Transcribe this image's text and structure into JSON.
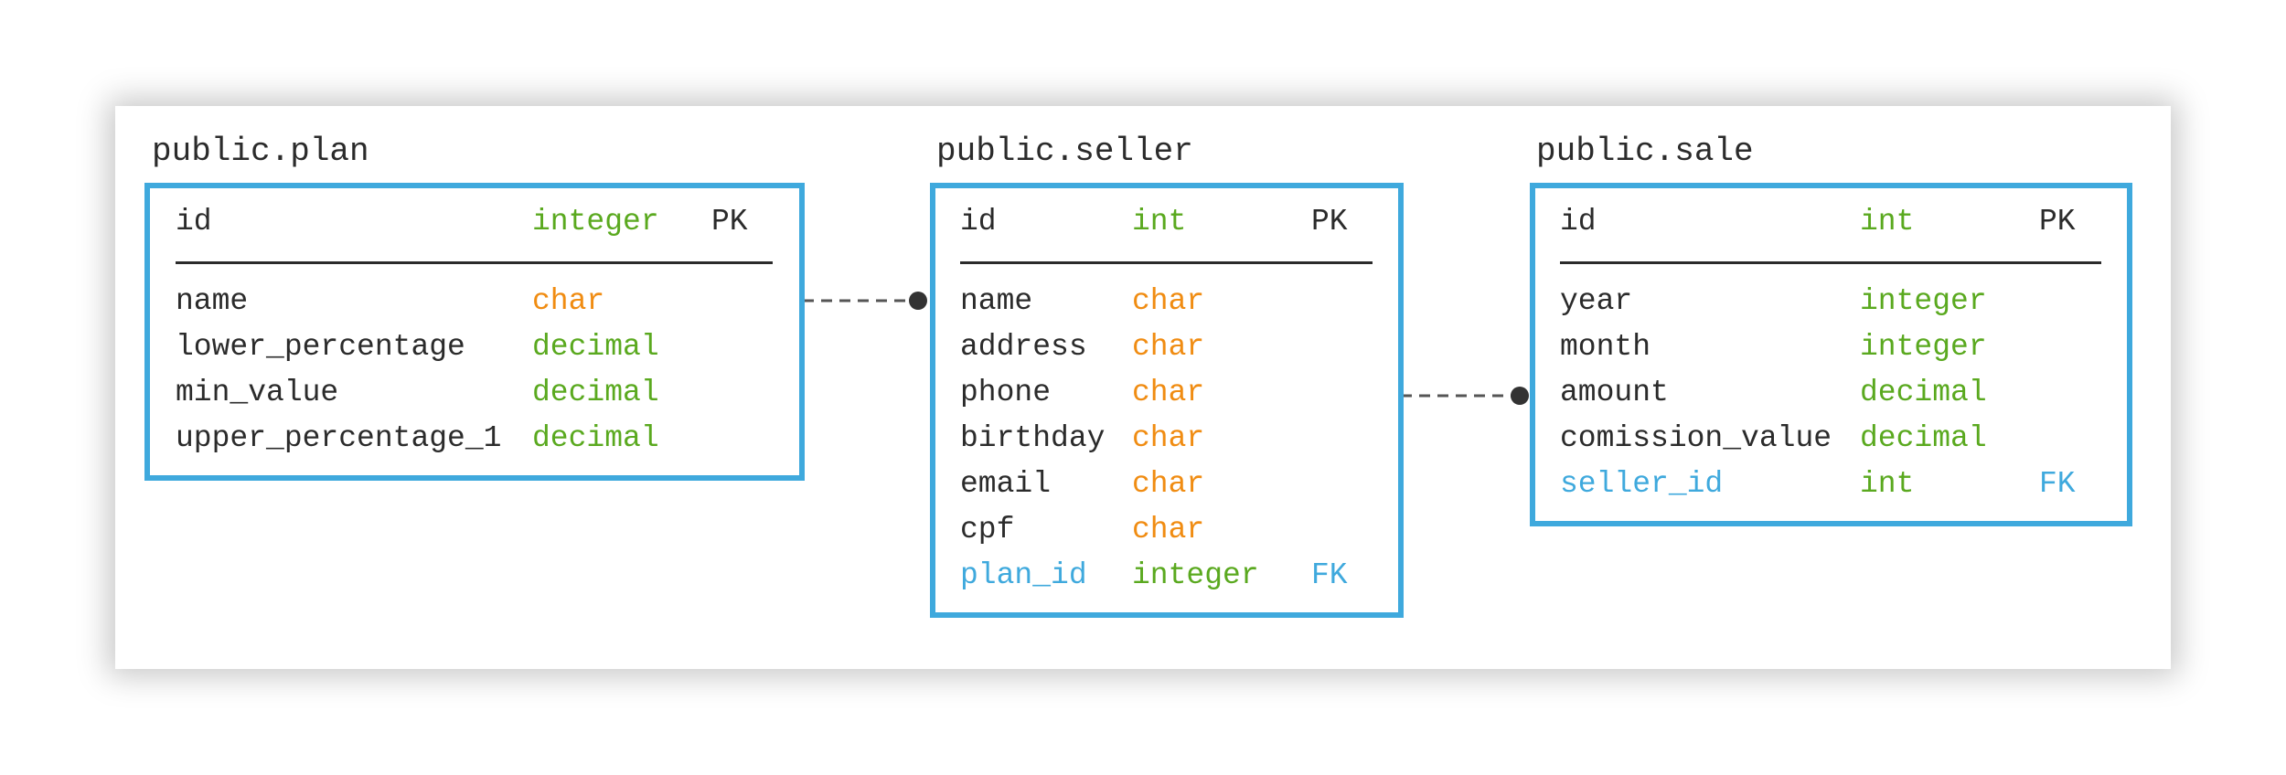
{
  "tables": {
    "plan": {
      "title": "public.plan",
      "pk": {
        "name": "id",
        "type": "integer",
        "key": "PK"
      },
      "columns": [
        {
          "name": "name",
          "type": "char"
        },
        {
          "name": "lower_percentage",
          "type": "decimal"
        },
        {
          "name": "min_value",
          "type": "decimal"
        },
        {
          "name": "upper_percentage_1",
          "type": "decimal"
        }
      ]
    },
    "seller": {
      "title": "public.seller",
      "pk": {
        "name": "id",
        "type": "int",
        "key": "PK"
      },
      "columns": [
        {
          "name": "name",
          "type": "char"
        },
        {
          "name": "address",
          "type": "char"
        },
        {
          "name": "phone",
          "type": "char"
        },
        {
          "name": "birthday",
          "type": "char"
        },
        {
          "name": "email",
          "type": "char"
        },
        {
          "name": "cpf",
          "type": "char"
        },
        {
          "name": "plan_id",
          "type": "integer",
          "key": "FK"
        }
      ]
    },
    "sale": {
      "title": "public.sale",
      "pk": {
        "name": "id",
        "type": "int",
        "key": "PK"
      },
      "columns": [
        {
          "name": "year",
          "type": "integer"
        },
        {
          "name": "month",
          "type": "integer"
        },
        {
          "name": "amount",
          "type": "decimal"
        },
        {
          "name": "comission_value",
          "type": "decimal"
        },
        {
          "name": "seller_id",
          "type": "int",
          "key": "FK"
        }
      ]
    }
  },
  "relations": [
    {
      "from": "plan",
      "to": "seller.plan_id"
    },
    {
      "from": "seller",
      "to": "sale.seller_id"
    }
  ],
  "colors": {
    "border": "#3fa9dd",
    "fk_text": "#3fa9dd",
    "numeric_type": "#5aa91f",
    "char_type": "#f08c12",
    "text": "#2b2b2b"
  }
}
